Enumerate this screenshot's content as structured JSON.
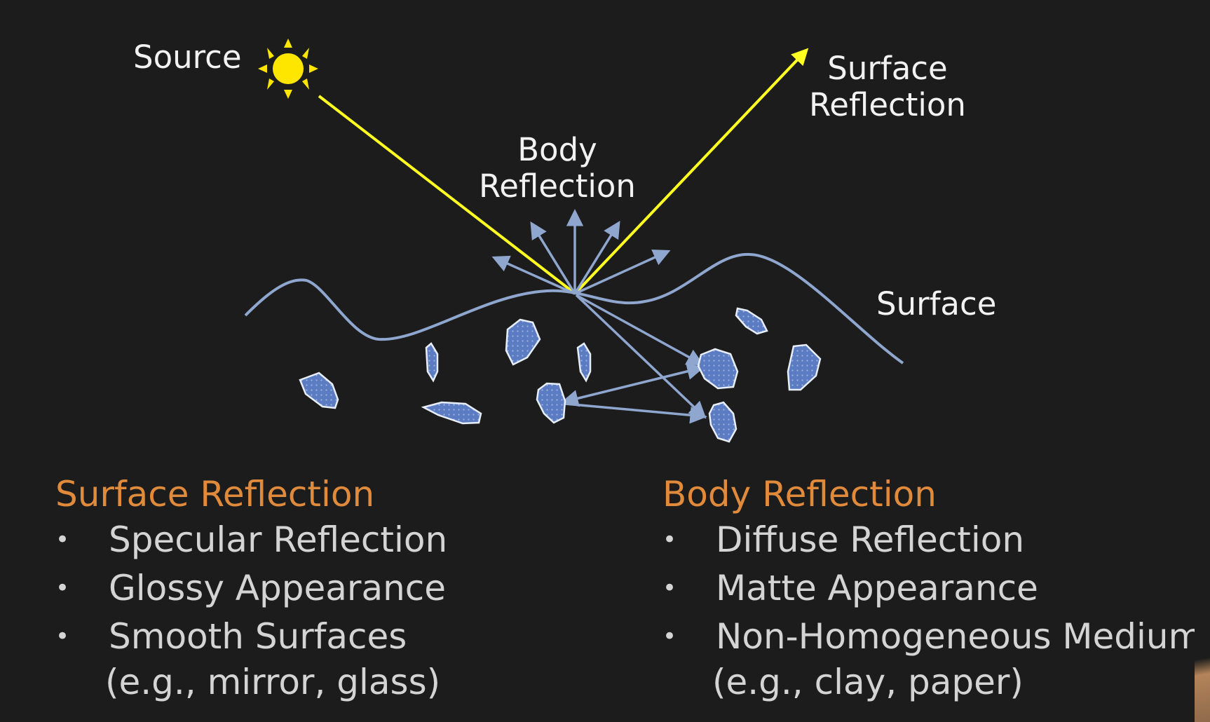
{
  "diagram": {
    "source_label": "Source",
    "surface_reflection_label": [
      "Surface",
      "Reflection"
    ],
    "body_reflection_label": [
      "Body",
      "Reflection"
    ],
    "surface_label": "Surface",
    "colors": {
      "background": "#1c1c1c",
      "light_ray": "#ffff22",
      "sun": "#ffe600",
      "scatter": "#8fa6cf",
      "particle_fill": "#6080c4",
      "heading": "#e08a3c"
    }
  },
  "left_column": {
    "heading": "Surface Reflection",
    "items": [
      "Specular Reflection",
      "Glossy Appearance",
      "Smooth Surfaces"
    ],
    "example": "(e.g., mirror, glass)"
  },
  "right_column": {
    "heading": "Body Reflection",
    "items": [
      "Diffuse Reflection",
      "Matte Appearance",
      "Non-Homogeneous Medium"
    ],
    "example": "(e.g., clay, paper)"
  }
}
